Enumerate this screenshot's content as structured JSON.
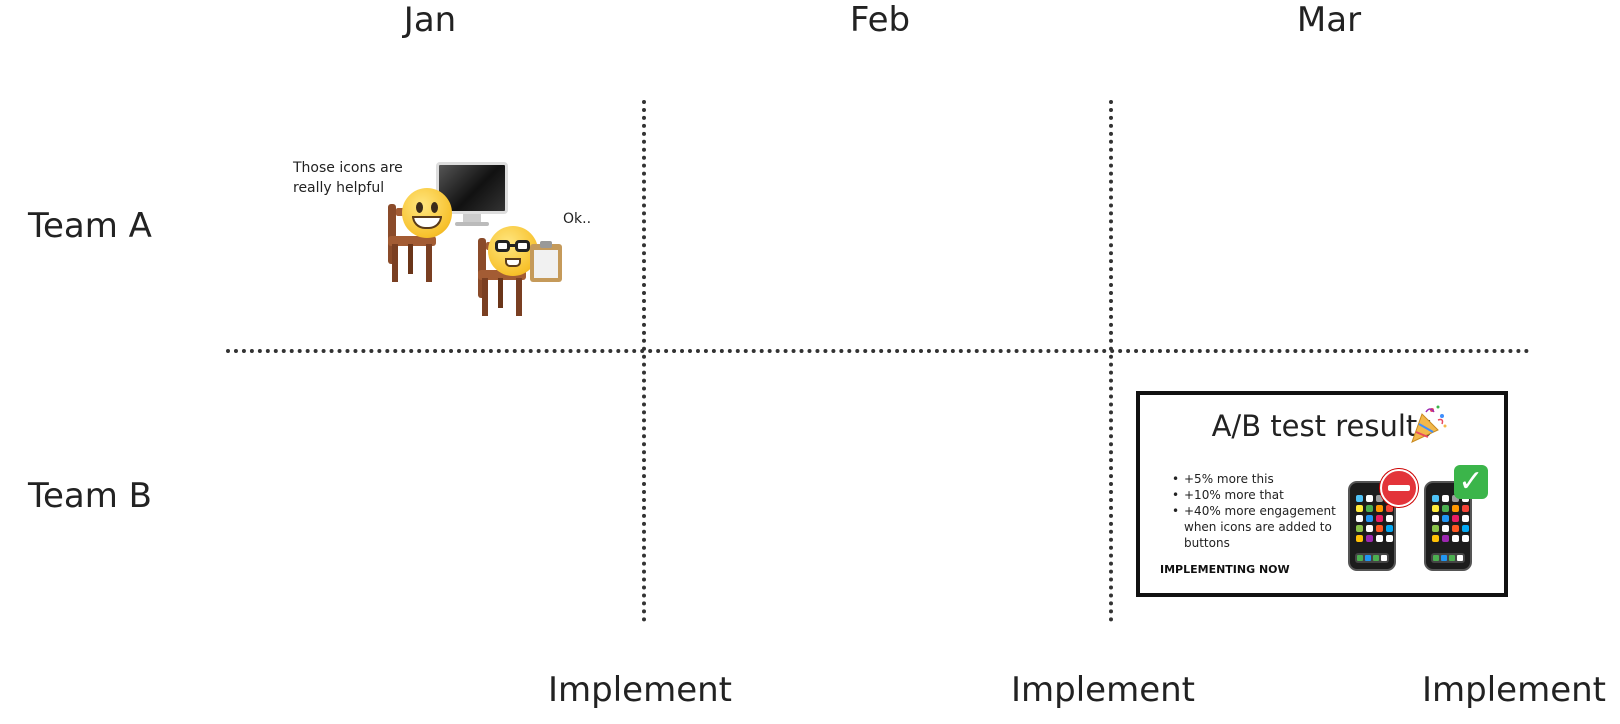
{
  "months": [
    "Jan",
    "Feb",
    "Mar"
  ],
  "teams": [
    "Team A",
    "Team B"
  ],
  "implement_labels": [
    "Implement",
    "Implement",
    "Implement"
  ],
  "notes": {
    "speech_1": "Those icons are really helpful",
    "speech_2": "Ok.."
  },
  "card": {
    "title": "A/B test results",
    "title_icon": "party-popper-icon",
    "bullets": [
      "+5% more this",
      "+10% more that",
      "+40% more engagement when icons are added to buttons"
    ],
    "status": "IMPLEMENTING NOW",
    "phone_a_badge": "no-entry-icon",
    "phone_b_badge": "check-mark-icon"
  },
  "icons": [
    "grinning-face-icon",
    "nerd-face-icon",
    "chair-icon",
    "monitor-icon",
    "clipboard-icon",
    "mobile-phone-icon"
  ],
  "colors": {
    "text": "#222222",
    "grid_line": "#333333",
    "no_entry": "#e3343a",
    "check": "#3bb54a"
  }
}
